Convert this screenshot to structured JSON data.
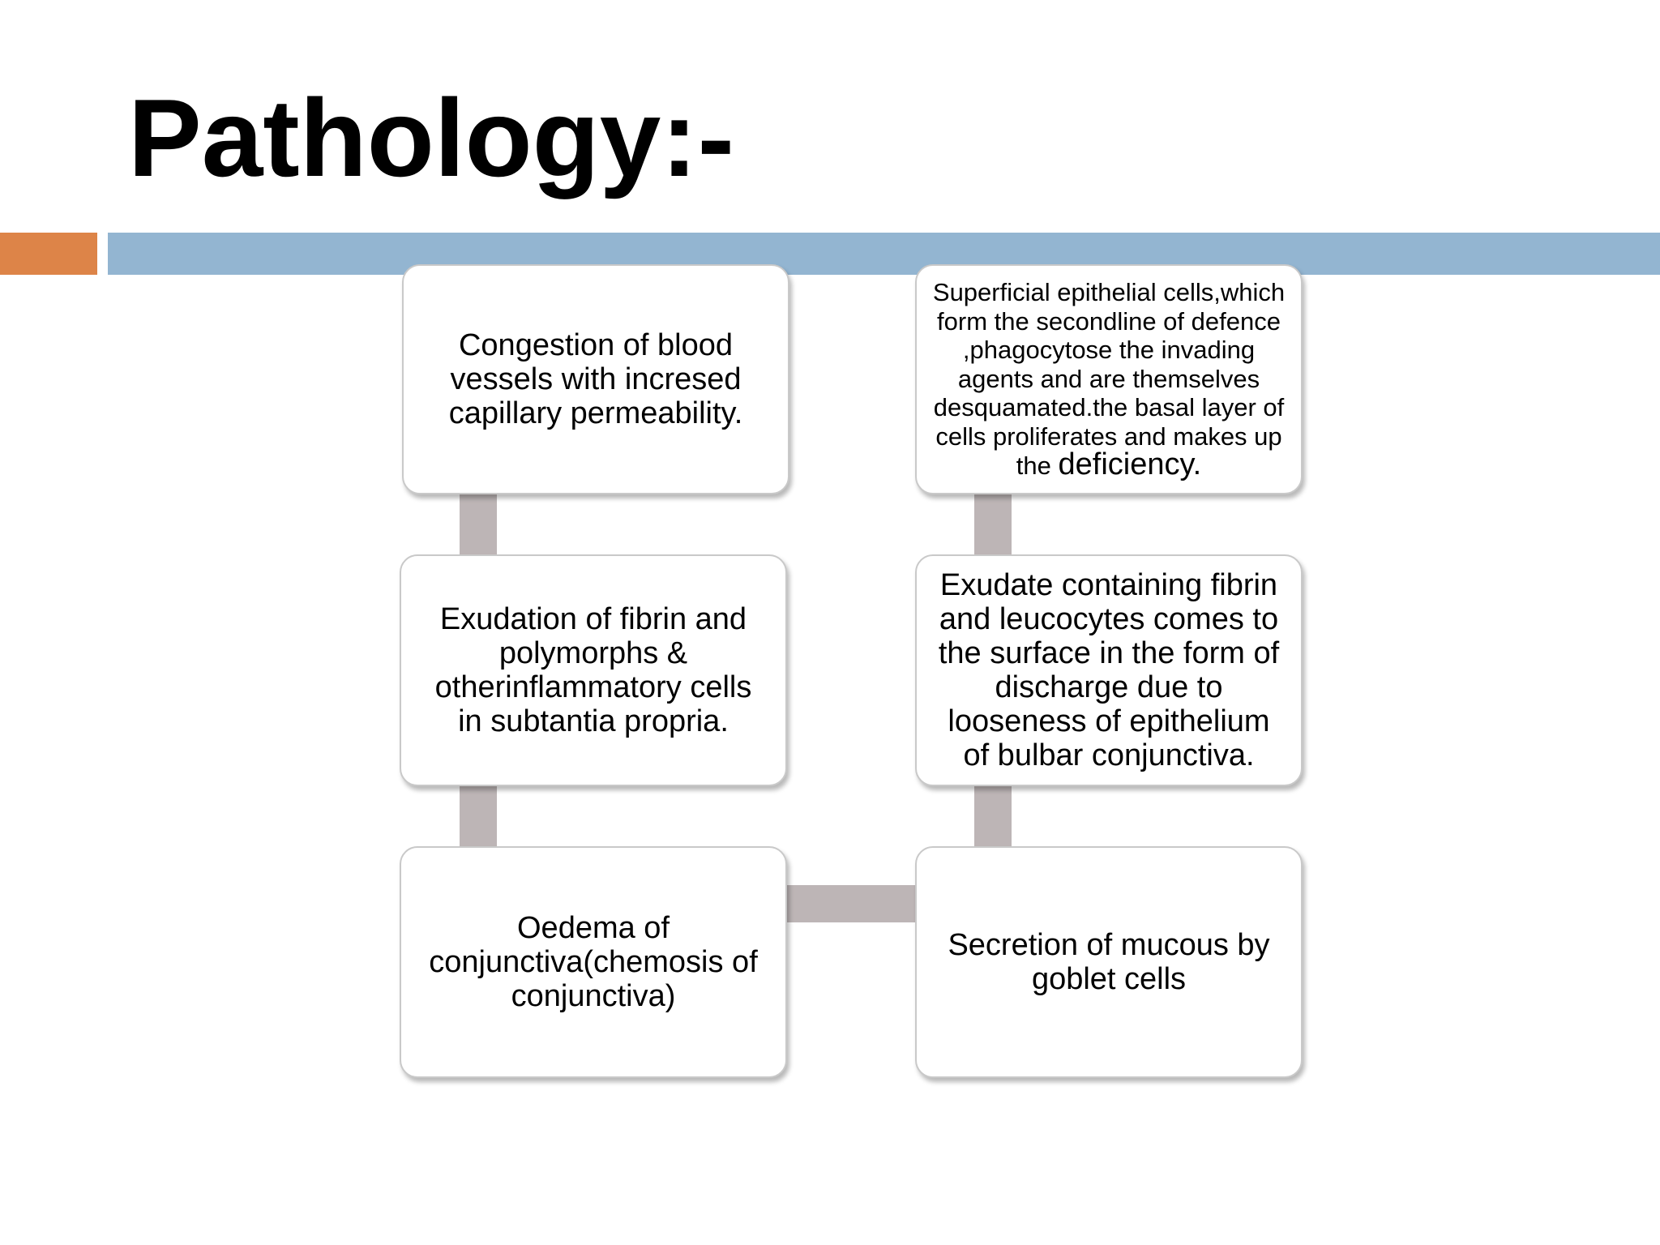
{
  "slide": {
    "title": "Pathology:-"
  },
  "colors": {
    "accent_orange": "#dd8448",
    "accent_blue": "#93b5d1",
    "connector": "#bdb5b6",
    "box_border": "#c9c9c9",
    "text": "#000000"
  },
  "diagram": {
    "left_column": [
      {
        "id": "congestion",
        "text": "Congestion of blood vessels with incresed capillary permeability."
      },
      {
        "id": "exudation",
        "text": "Exudation of fibrin and polymorphs & otherinflammatory cells in subtantia propria."
      },
      {
        "id": "oedema",
        "text": "Oedema of conjunctiva(chemosis of conjunctiva)"
      }
    ],
    "right_column": [
      {
        "id": "superficial",
        "text": "Superficial epithelial cells,which form the secondline of defence ,phagocytose the invading agents and are themselves desquamated.the basal layer of  cells proliferates and makes up the",
        "text_emphasis": "deficiency."
      },
      {
        "id": "exudate",
        "text": "Exudate containing fibrin and leucocytes comes to the surface in the form of discharge due to looseness of epithelium of bulbar conjunctiva."
      },
      {
        "id": "secretion",
        "text": "Secretion of mucous by goblet cells"
      }
    ]
  }
}
